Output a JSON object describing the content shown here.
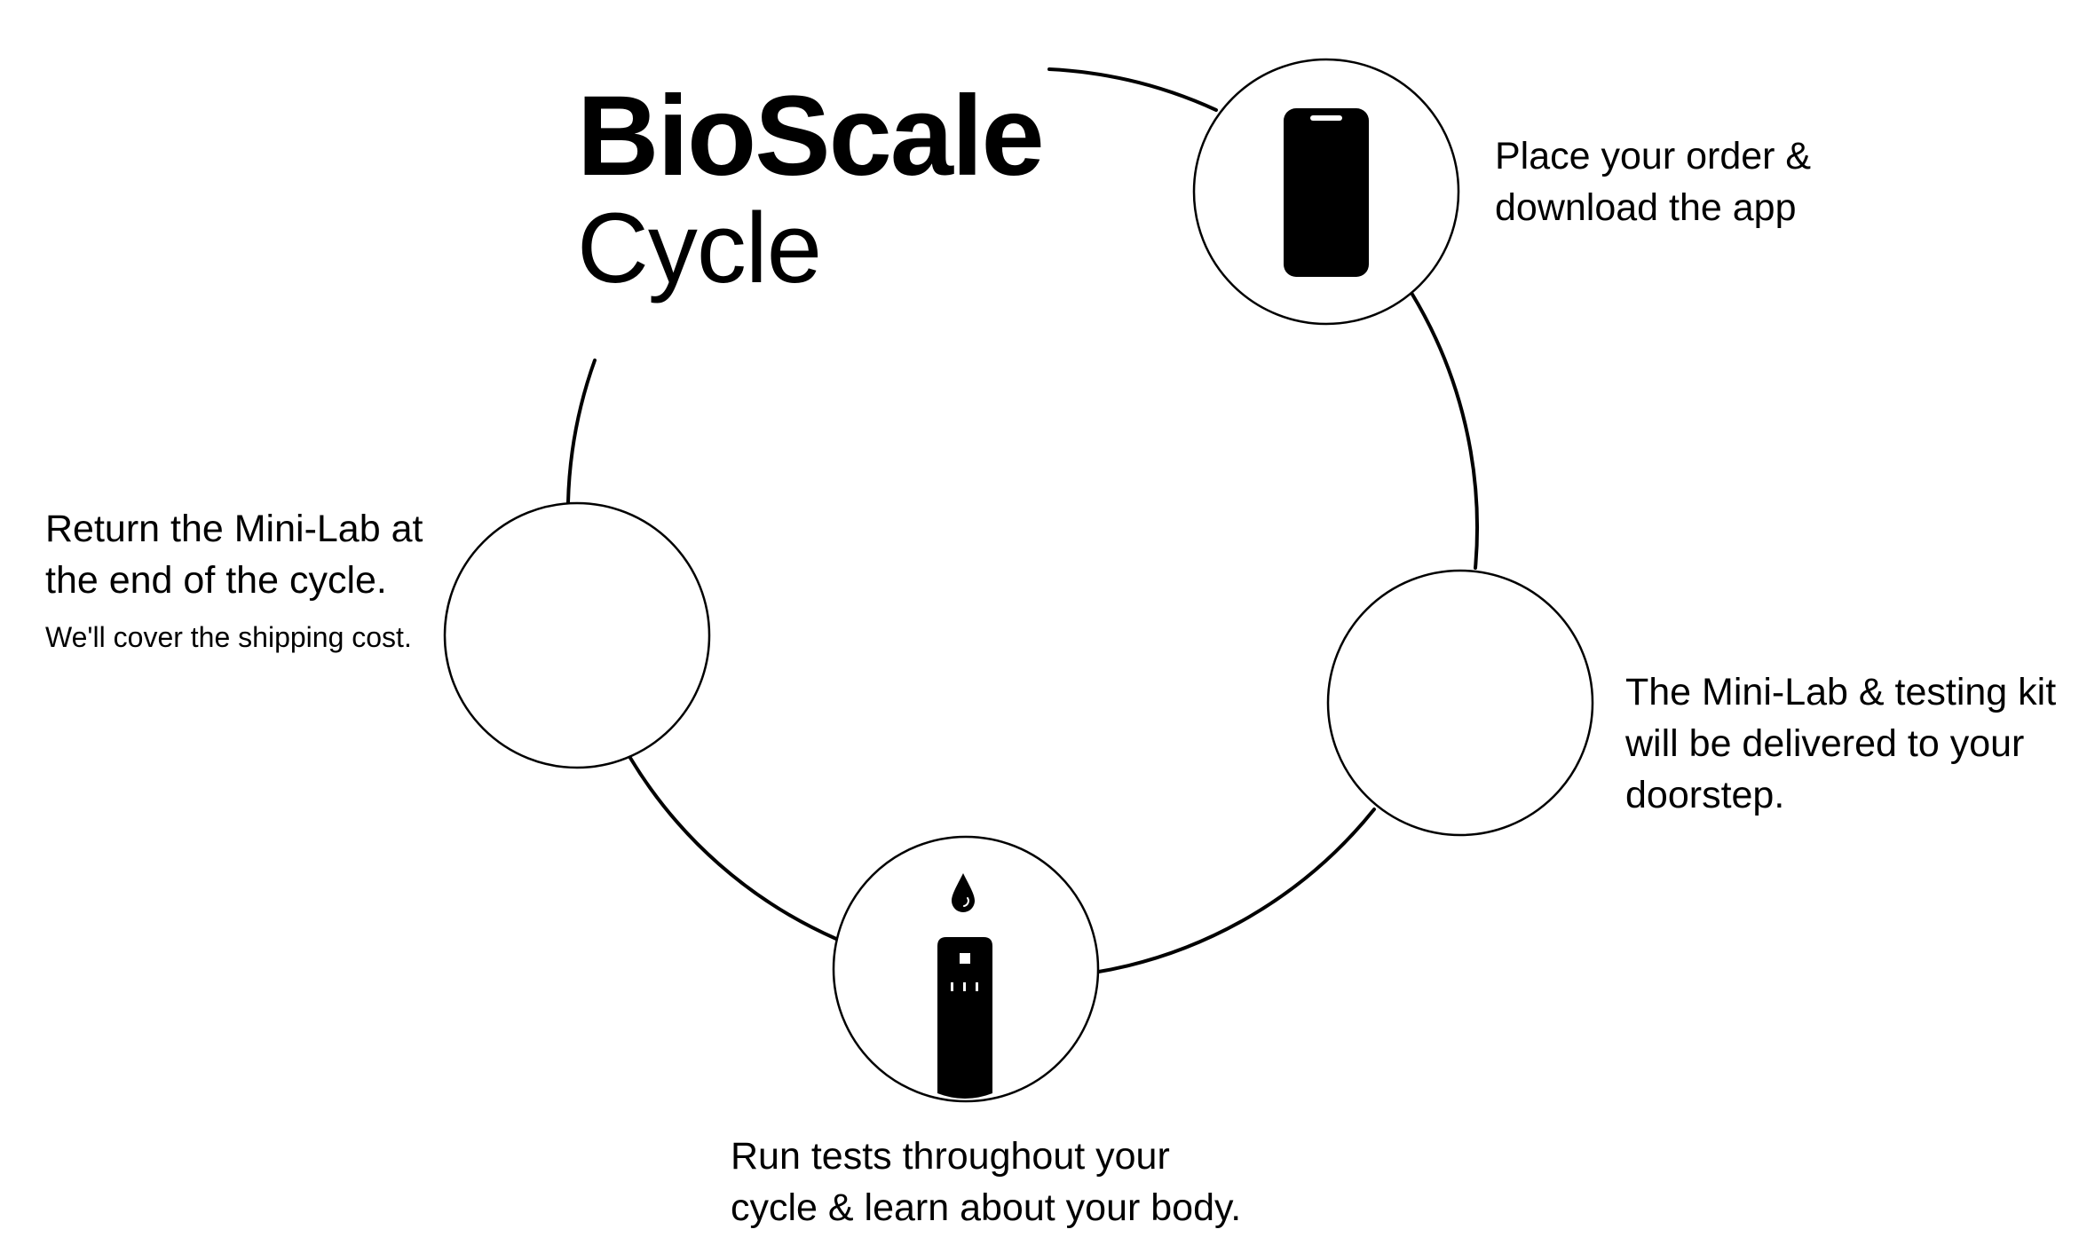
{
  "diagram": {
    "title": "BioScale",
    "subtitle": "Cycle",
    "steps": [
      {
        "line1": "Place your order &",
        "line2": "download the app",
        "icon": "phone-icon"
      },
      {
        "line1": "The Mini-Lab & testing kit",
        "line2": "will be delivered to your",
        "line3": "doorstep."
      },
      {
        "line1": "Run tests throughout your",
        "line2": "cycle & learn about your body.",
        "icon": "test-strip-icon"
      },
      {
        "line1": "Return the Mini-Lab at",
        "line2": "the end of the cycle.",
        "note": "We'll cover the shipping cost."
      }
    ]
  }
}
